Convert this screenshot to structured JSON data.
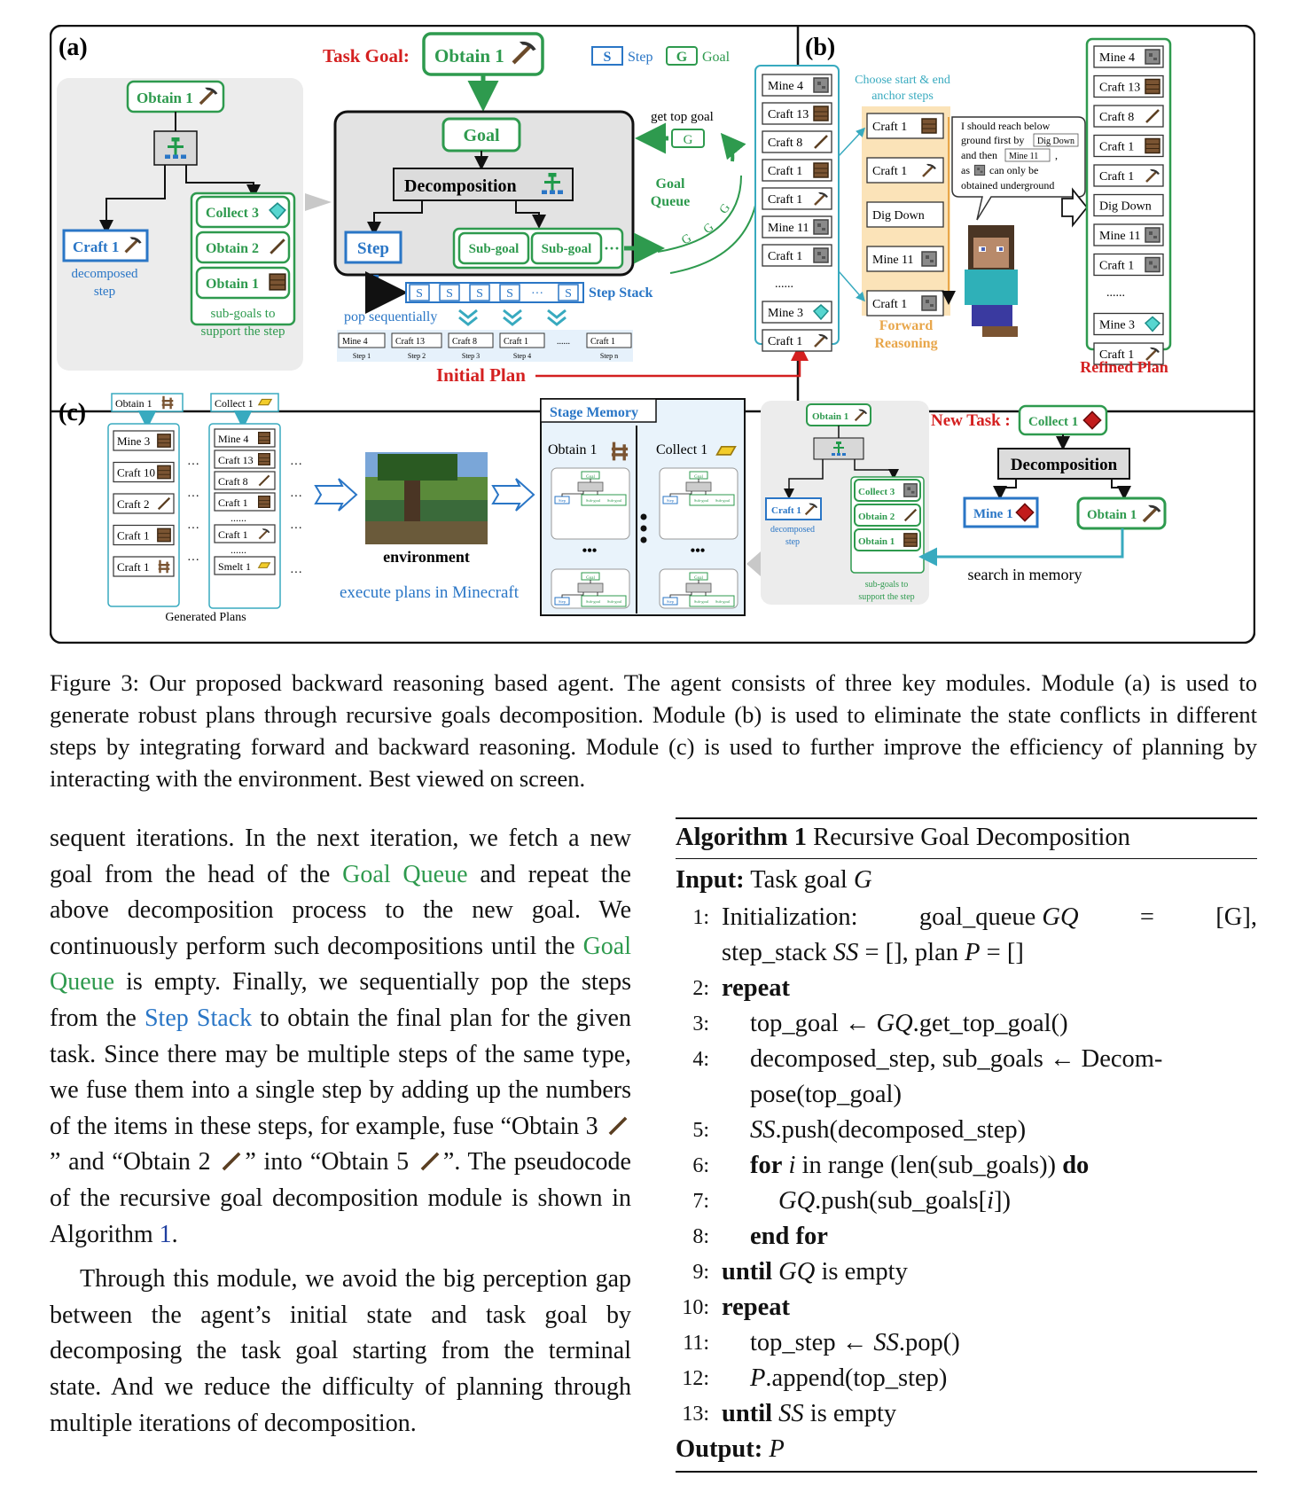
{
  "figure": {
    "panel_labels": {
      "a": "(a)",
      "b": "(b)",
      "c": "(c)"
    },
    "panel_a": {
      "task_goal_label": "Task Goal:",
      "task_goal_value": "Obtain 1",
      "legend_step_letter": "S",
      "legend_step": "Step",
      "legend_goal_letter": "G",
      "legend_goal": "Goal",
      "left_obtain": "Obtain 1",
      "left_craft": "Craft 1",
      "left_decomposed": "decomposed",
      "left_step": "step",
      "left_collect": "Collect 3",
      "left_obtain2": "Obtain 2",
      "left_obtain3": "Obtain 1",
      "left_subgoals_1": "sub-goals to",
      "left_subgoals_2": "support the step",
      "center_goal": "Goal",
      "center_decomp": "Decomposition",
      "center_step": "Step",
      "center_subgoal_1": "Sub-goal",
      "center_subgoal_2": "Sub-goal",
      "get_top_goal": "get top goal",
      "g_letter": "G",
      "goal_queue_1": "Goal",
      "goal_queue_2": "Queue",
      "s_letter": "S",
      "step_stack": "Step Stack",
      "pop_seq": "pop sequentially",
      "plan_items": [
        "Mine 4",
        "Craft 13",
        "Craft 8",
        "Craft 1",
        "......",
        "Craft 1"
      ],
      "plan_steps": [
        "Step 1",
        "Step 2",
        "Step 3",
        "Step 4",
        "Step n"
      ],
      "initial_plan": "Initial Plan",
      "ellipsis": "···"
    },
    "panel_b": {
      "list": [
        "Mine 4",
        "Craft 13",
        "Craft 8",
        "Craft 1",
        "Craft 1",
        "Mine 11",
        "Craft 1",
        "......",
        "Mine 3",
        "Craft 1"
      ],
      "choose_1": "Choose start & end",
      "choose_2": "anchor steps",
      "fr_items": [
        "Craft 1",
        "Craft 1",
        "Dig Down",
        "Mine 11",
        "Craft 1"
      ],
      "fr_label_1": "Forward",
      "fr_label_2": "Reasoning",
      "bubble_1": "I should reach below",
      "bubble_2": "ground first by",
      "bubble_dig": "Dig Down",
      "bubble_3": "and then",
      "bubble_mine": "Mine 11",
      "bubble_4": ",",
      "bubble_5": "as",
      "bubble_6": "can only be",
      "bubble_7": "obtained underground",
      "refined": [
        "Mine 4",
        "Craft 13",
        "Craft 8",
        "Craft 1",
        "Craft 1",
        "Dig Down",
        "Mine 11",
        "Craft 1",
        "......",
        "Mine 3",
        "Craft 1"
      ],
      "refined_label": "Refined Plan"
    },
    "panel_c": {
      "plan1_title": "Obtain 1",
      "plan1_items": [
        "Mine 3",
        "Craft 10",
        "Craft 2",
        "Craft 1",
        "Craft 1"
      ],
      "plan2_title": "Collect 1",
      "plan2_items": [
        "Mine 4",
        "Craft 13",
        "Craft 8",
        "Craft 1",
        "......",
        "Craft 1",
        "......",
        "Smelt 1"
      ],
      "dots": "···",
      "generated": "Generated Plans",
      "environment": "environment",
      "execute": "execute plans in Minecraft",
      "stage_memory": "Stage Memory",
      "mem_obtain": "Obtain 1",
      "mem_collect": "Collect 1",
      "mini_goal": "Goal",
      "mini_step": "Step",
      "mini_sub": "Sub-goal",
      "mini_dots": "•••",
      "mr_obtain": "Obtain 1",
      "mr_craft": "Craft 1",
      "mr_decomposed": "decomposed",
      "mr_step": "step",
      "mr_collect": "Collect 3",
      "mr_obtain2": "Obtain 2",
      "mr_obtain3": "Obtain 1",
      "mr_sub_1": "sub-goals to",
      "mr_sub_2": "support the step",
      "new_task": "New Task :",
      "new_collect": "Collect 1",
      "decomp": "Decomposition",
      "mine1": "Mine 1",
      "obtain1": "Obtain 1",
      "search": "search in memory"
    }
  },
  "caption": "Figure 3: Our proposed backward reasoning based agent. The agent consists of three key modules. Module (a) is used to generate robust plans through recursive goals decomposition. Module (b) is used to eliminate the state conflicts in different steps by integrating forward and backward reasoning. Module (c) is used to further improve the efficiency of planning by interacting with the environment. Best viewed on screen.",
  "body": {
    "p1_a": "sequent iterations. In the next iteration, we fetch a new goal from the head of the ",
    "goal_queue": "Goal Queue",
    "p1_b": " and repeat the above decomposition process to the new goal. We continuously perform such decompositions until the ",
    "p1_c": " is empty. Finally, we sequentially pop the steps from the ",
    "step_stack": "Step Stack",
    "p1_d": " to obtain the final plan for the given task. Since there may be multiple steps of the same type, we fuse them into a single step by adding up the numbers of the items in these steps, for example, fuse “Obtain 3 ",
    "p1_e": "” and “Obtain 2 ",
    "p1_f": "” into “Obtain 5 ",
    "p1_g": "”. The pseudocode of the recursive goal decomposition module is shown in Algorithm ",
    "alg_ref": "1",
    "p1_h": ".",
    "p2": "Through this module, we avoid the big perception gap between the agent’s initial state and task goal by decomposing the task goal starting from the terminal state. And we reduce the difficulty of planning through multiple iterations of decomposition."
  },
  "algorithm": {
    "title_bold": "Algorithm 1",
    "title": " Recursive Goal Decomposition",
    "input_label": "Input:",
    "input_text": "Task goal ",
    "input_var": "G",
    "l1a": "Initialization: ",
    "l1b": "goal_queue ",
    "l1c": "GQ",
    "l1d": " = ",
    "l1e": "[G],",
    "l1f": "step_stack ",
    "l1g": "SS",
    "l1h": " = [], plan ",
    "l1i": "P",
    "l1j": " = []",
    "repeat": "repeat",
    "l3a": "top_goal ← ",
    "l3b": "GQ",
    "l3c": ".get_top_goal()",
    "l4a": "decomposed_step, sub_goals ← Decom-",
    "l4b": "pose(top_goal)",
    "l5a": "SS",
    "l5b": ".push(decomposed_step)",
    "l6a": "for",
    "l6b": " i",
    "l6c": " in range (len(sub_goals)) ",
    "l6d": "do",
    "l7a": "GQ",
    "l7b": ".push(sub_goals[",
    "l7c": "i",
    "l7d": "])",
    "l8": "end for",
    "l9a": "until",
    "l9b": " GQ",
    "l9c": " is empty",
    "l11a": "top_step ← ",
    "l11b": "SS",
    "l11c": ".pop()",
    "l12a": "P",
    "l12b": ".append(top_step)",
    "l13a": "until",
    "l13b": " SS",
    "l13c": " is empty",
    "output_label": "Output:",
    "output_var": "P",
    "nums": [
      "1:",
      "2:",
      "3:",
      "4:",
      "5:",
      "6:",
      "7:",
      "8:",
      "9:",
      "10:",
      "11:",
      "12:",
      "13:"
    ]
  },
  "colors": {
    "green": "#2e9a4e",
    "blue": "#2a76c6",
    "red": "#d42020",
    "orange": "#e8a64a",
    "teal": "#38aabf"
  }
}
